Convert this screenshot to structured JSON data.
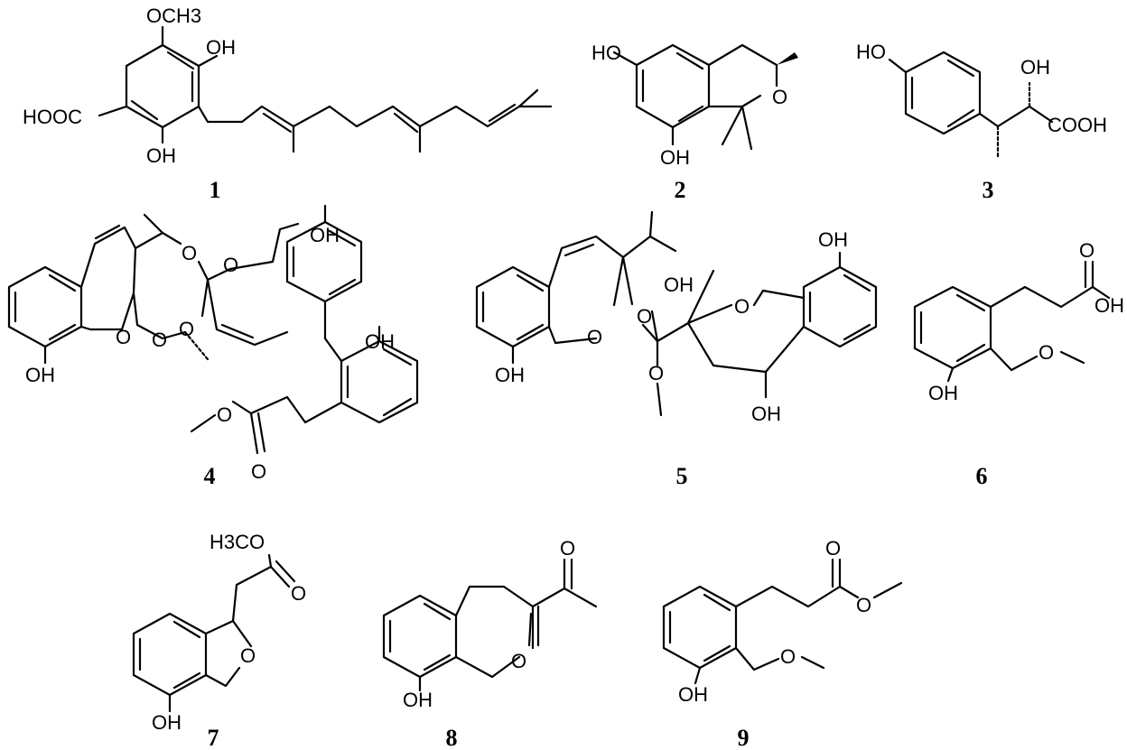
{
  "compounds": [
    {
      "number": "1",
      "labels": {
        "ome": "OCH3",
        "oh_top": "OH",
        "acid": "HOOC",
        "oh_bottom": "OH"
      }
    },
    {
      "number": "2",
      "labels": {
        "ho": "HO",
        "o": "O",
        "oh": "OH"
      }
    },
    {
      "number": "3",
      "labels": {
        "ho": "HO",
        "oh": "OH",
        "cooh": "COOH"
      }
    },
    {
      "number": "4",
      "labels": {
        "oh_top": "OH",
        "o_ring1": "O",
        "o_ring2": "O",
        "o_ring3": "O",
        "o_ring4": "O",
        "o_ring5": "O",
        "oh_left": "OH",
        "oh_mid": "OH",
        "o_ester1": "O",
        "o_ester2": "O"
      }
    },
    {
      "number": "5",
      "labels": {
        "oh_chain": "OH",
        "o_link": "O",
        "o_ring": "O",
        "oh_left": "OH",
        "o_methoxy": "O",
        "o_ring2": "O",
        "oh_right": "OH",
        "oh_bottom": "OH"
      }
    },
    {
      "number": "6",
      "labels": {
        "o_carbonyl": "O",
        "oh_acid": "OH",
        "o_ether": "O",
        "oh_phenol": "OH"
      }
    },
    {
      "number": "7",
      "labels": {
        "ester": "H3CO",
        "o_carbonyl": "O",
        "o_ring": "O",
        "oh": "OH"
      }
    },
    {
      "number": "8",
      "labels": {
        "o_ketone": "O",
        "o_ring": "O",
        "oh": "OH"
      }
    },
    {
      "number": "9",
      "labels": {
        "o_carbonyl": "O",
        "o_ester": "O",
        "o_ether": "O",
        "oh": "OH"
      }
    }
  ]
}
